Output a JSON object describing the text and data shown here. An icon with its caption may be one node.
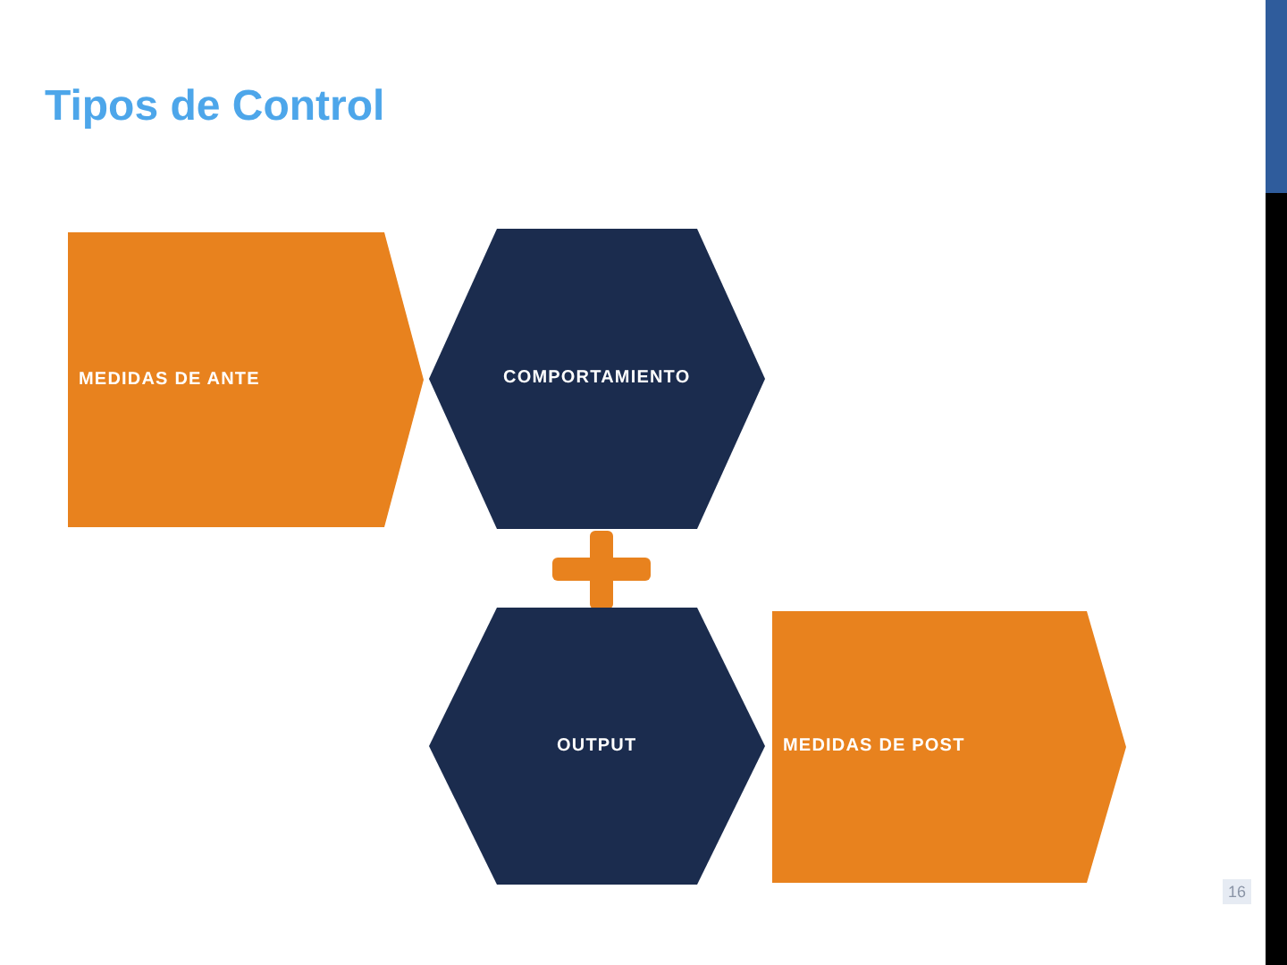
{
  "diagram": {
    "title": "Tipos de Control",
    "nodes": [
      {
        "text": [
          "MEDIDAS DE ANTE"
        ]
      },
      {
        "text": [
          "COMPORTAMIENTO"
        ]
      },
      {
        "text": [
          "OUTPUT"
        ]
      },
      {
        "text": [
          "MEDIDAS DE POST"
        ]
      }
    ],
    "labels": [
      "16"
    ]
  }
}
